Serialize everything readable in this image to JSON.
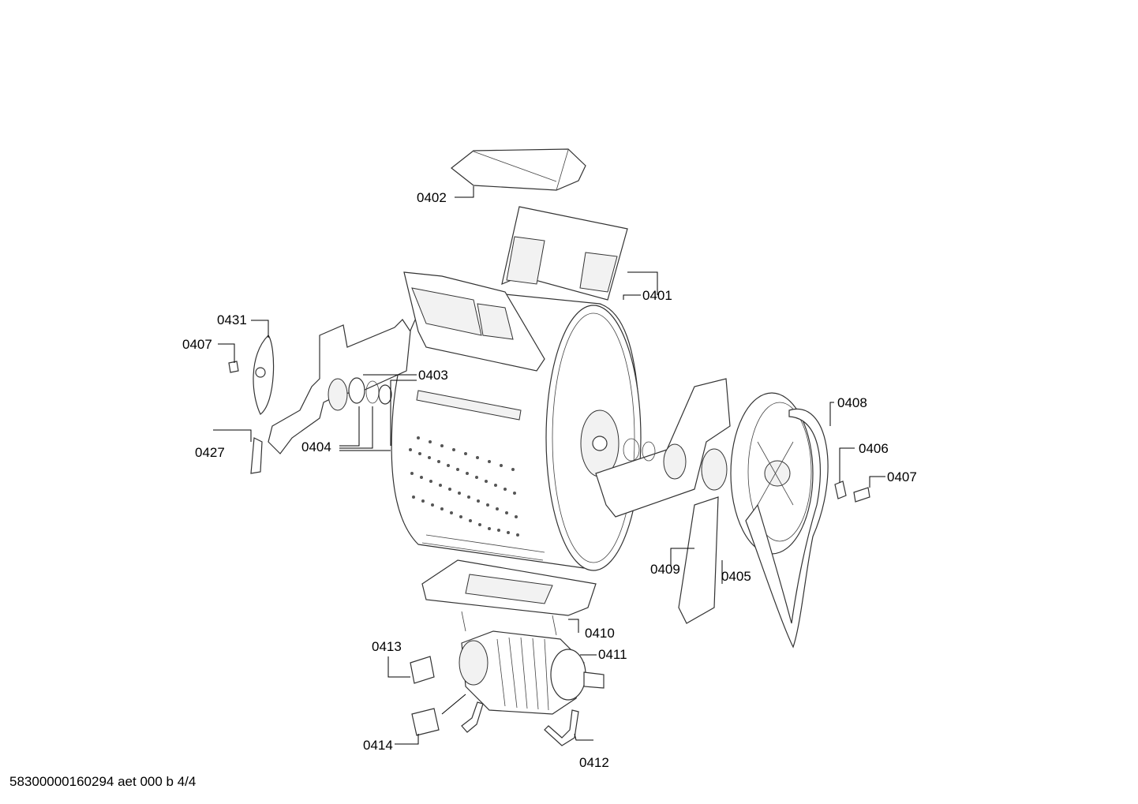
{
  "footer": "58300000160294 aet 000 b 4/4",
  "labels": {
    "p0401": "0401",
    "p0402": "0402",
    "p0403": "0403",
    "p0404": "0404",
    "p0405": "0405",
    "p0406": "0406",
    "p0407a": "0407",
    "p0407b": "0407",
    "p0408": "0408",
    "p0409": "0409",
    "p0410": "0410",
    "p0411": "0411",
    "p0412": "0412",
    "p0413": "0413",
    "p0414": "0414",
    "p0427": "0427",
    "p0431": "0431"
  }
}
